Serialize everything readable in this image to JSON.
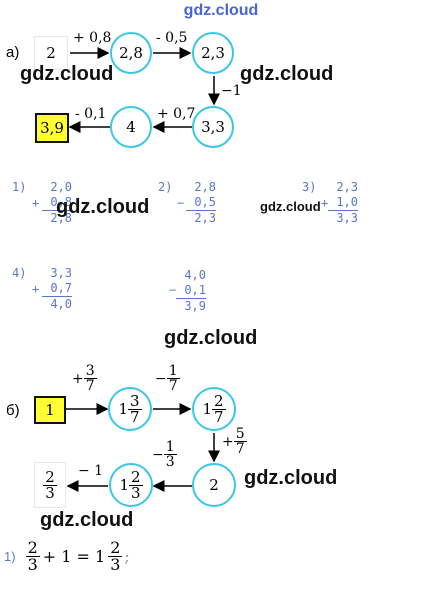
{
  "watermark": "gdz.cloud",
  "part_a": {
    "label": "а)",
    "nodes": [
      "2",
      "2,8",
      "2,3",
      "3,3",
      "4",
      "3,9"
    ],
    "ops": [
      "+ 0,8",
      "- 0,5",
      "−1",
      "+ 0,7",
      "- 0,1"
    ]
  },
  "calcs": [
    {
      "label": "1)",
      "op": "+",
      "top": "2,0",
      "bottom": "0,8",
      "result": "2,8"
    },
    {
      "label": "2)",
      "op": "−",
      "top": "2,8",
      "bottom": "0,5",
      "result": "2,3"
    },
    {
      "label": "3)",
      "op": "+",
      "top": "2,3",
      "bottom": "1,0",
      "result": "3,3"
    },
    {
      "label": "4)",
      "op": "+",
      "top": "3,3",
      "bottom": "0,7",
      "result": "4,0"
    },
    {
      "label": "",
      "op": "−",
      "top": "4,0",
      "bottom": "0,1",
      "result": "3,9"
    }
  ],
  "part_b": {
    "label": "б)",
    "start": "1",
    "op1": {
      "sign": "+",
      "num": "3",
      "den": "7"
    },
    "n2": {
      "whole": "1",
      "num": "3",
      "den": "7"
    },
    "op2": {
      "sign": "−",
      "num": "1",
      "den": "7"
    },
    "n3": {
      "whole": "1",
      "num": "2",
      "den": "7"
    },
    "op3": {
      "sign": "+",
      "num": "5",
      "den": "7"
    },
    "n4": "2",
    "op4": {
      "sign": "−",
      "num": "1",
      "den": "3"
    },
    "n5": {
      "whole": "1",
      "num": "2",
      "den": "3"
    },
    "op5": "− 1",
    "end": {
      "num": "2",
      "den": "3"
    }
  },
  "equation": {
    "label": "1)",
    "f1": {
      "num": "2",
      "den": "3"
    },
    "middle": "+ 1 = 1",
    "f2": {
      "num": "2",
      "den": "3"
    },
    "tail": ";"
  }
}
